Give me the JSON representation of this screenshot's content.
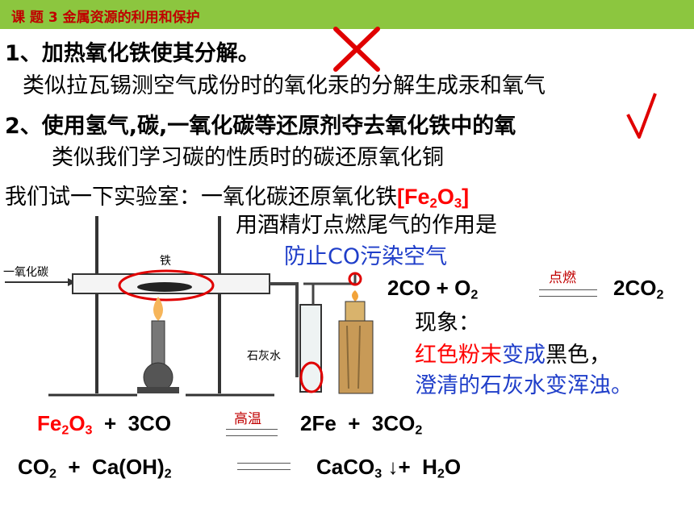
{
  "header": {
    "title": "课  题  3  金属资源的利用和保护"
  },
  "methods": {
    "m1_title": "1、加热氧化铁使其分解。",
    "m1_detail": "类似拉瓦锡测空气成份时的氧化汞的分解生成汞和氧气",
    "m2_title": "2、使用氢气,碳,一氧化碳等还原剂夺去氧化铁中的氧",
    "m2_detail": "类似我们学习碳的性质时的碳还原氧化铜"
  },
  "experiment": {
    "intro": "我们试一下实验室：一氧化碳还原氧化铁",
    "formula_main": "[Fe",
    "formula_sub1": "2",
    "formula_mid": "O",
    "formula_sub2": "3",
    "formula_end": "]",
    "question": "用酒精灯点燃尾气的作用是",
    "answer": "防止CO污染空气"
  },
  "apparatus": {
    "gas_label": "一氧化碳",
    "iron_label": "铁",
    "limewater_label": "石灰水"
  },
  "phenomena": {
    "title": "现象：",
    "line1_red": "红色粉末",
    "line1_blue": "变成",
    "line1_black": "黑色，",
    "line2": "澄清的石灰水变浑浊。"
  },
  "equations": {
    "eq1": {
      "lhs": "2CO  +  O",
      "lhs_sub": "2",
      "condition": "点燃",
      "rhs": "2CO",
      "rhs_sub": "2"
    },
    "eq2": {
      "lhs_a": "Fe",
      "lhs_a_sub1": "2",
      "lhs_b": "O",
      "lhs_b_sub2": "3",
      "lhs_rest": "  +  3CO",
      "condition": "高温",
      "rhs": "2Fe  +  3CO",
      "rhs_sub": "2"
    },
    "eq3": {
      "lhs": "CO",
      "lhs_sub": "2",
      "lhs_rest": "  +  Ca(OH)",
      "lhs_sub2": "2",
      "rhs": "CaCO",
      "rhs_sub": "3",
      "rhs_rest": " ↓+  H",
      "rhs_sub2": "2",
      "rhs_end": "O"
    }
  },
  "marks": {
    "cross": "✕",
    "check": "√"
  },
  "colors": {
    "header_bg": "#8cc63f",
    "red": "#ff0000",
    "blue": "#1f3ec9",
    "title_red": "#c00000"
  }
}
